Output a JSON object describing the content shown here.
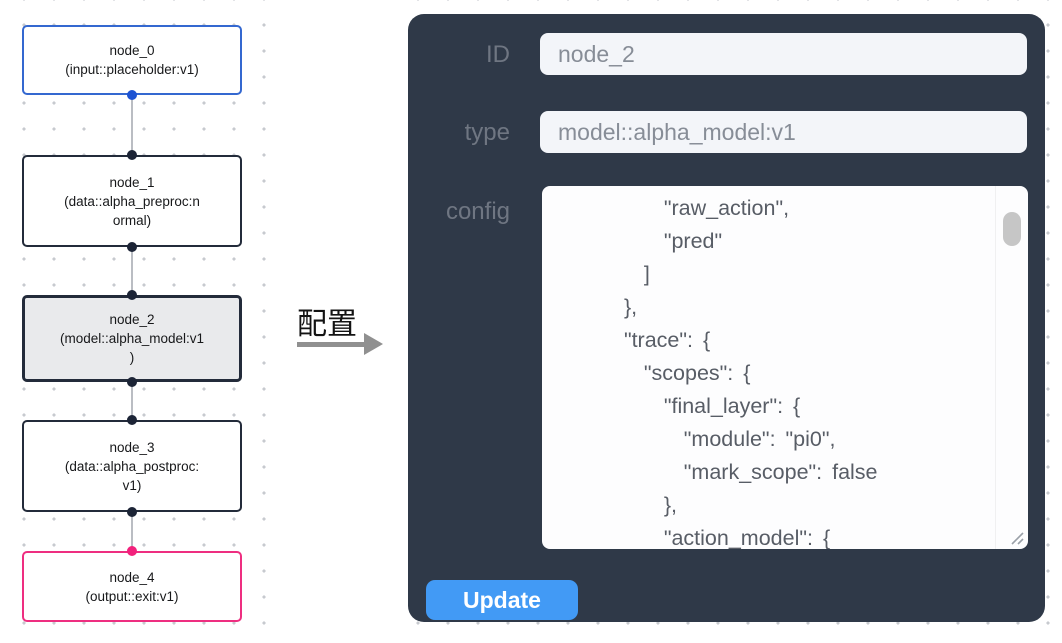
{
  "flowchart": {
    "nodes": [
      {
        "id": "node_0",
        "label": "node_0",
        "type_text": "(input::placeholder:v1)",
        "role": "input"
      },
      {
        "id": "node_1",
        "label": "node_1",
        "type_text": "(data::alpha_preproc:n\normal)",
        "role": "data"
      },
      {
        "id": "node_2",
        "label": "node_2",
        "type_text": "(model::alpha_model:v1\n)",
        "role": "model",
        "selected": true
      },
      {
        "id": "node_3",
        "label": "node_3",
        "type_text": "(data::alpha_postproc:\nv1)",
        "role": "data"
      },
      {
        "id": "node_4",
        "label": "node_4",
        "type_text": "(output::exit:v1)",
        "role": "output"
      }
    ],
    "edges": [
      "node_0-node_1",
      "node_1-node_2",
      "node_2-node_3",
      "node_3-node_4"
    ]
  },
  "transition": {
    "label": "配置"
  },
  "panel": {
    "fields": [
      {
        "label": "ID",
        "value": "node_2"
      },
      {
        "label": "type",
        "value": "model::alpha_model:v1"
      }
    ],
    "config_label": "config",
    "config_text": "      \"raw_action\",\n      \"pred\"\n    ]\n  },\n  \"trace\": {\n    \"scopes\": {\n      \"final_layer\": {\n        \"module\": \"pi0\",\n        \"mark_scope\": false\n      },\n      \"action_model\": {",
    "update_label": "Update"
  },
  "colors": {
    "panel_bg": "#2f3948",
    "input_bg": "#f3f5f9",
    "update_button": "#429af5",
    "node_input_border": "#3468d0",
    "node_default_border": "#232b3a",
    "node_output_border": "#ee2e80",
    "node_selected_bg": "#e9eaec",
    "port_blue": "#1d53d3",
    "port_dark": "#1c2436",
    "port_pink": "#f2217c",
    "edge_gray": "#babdc3",
    "arrow_gray": "#909090"
  }
}
